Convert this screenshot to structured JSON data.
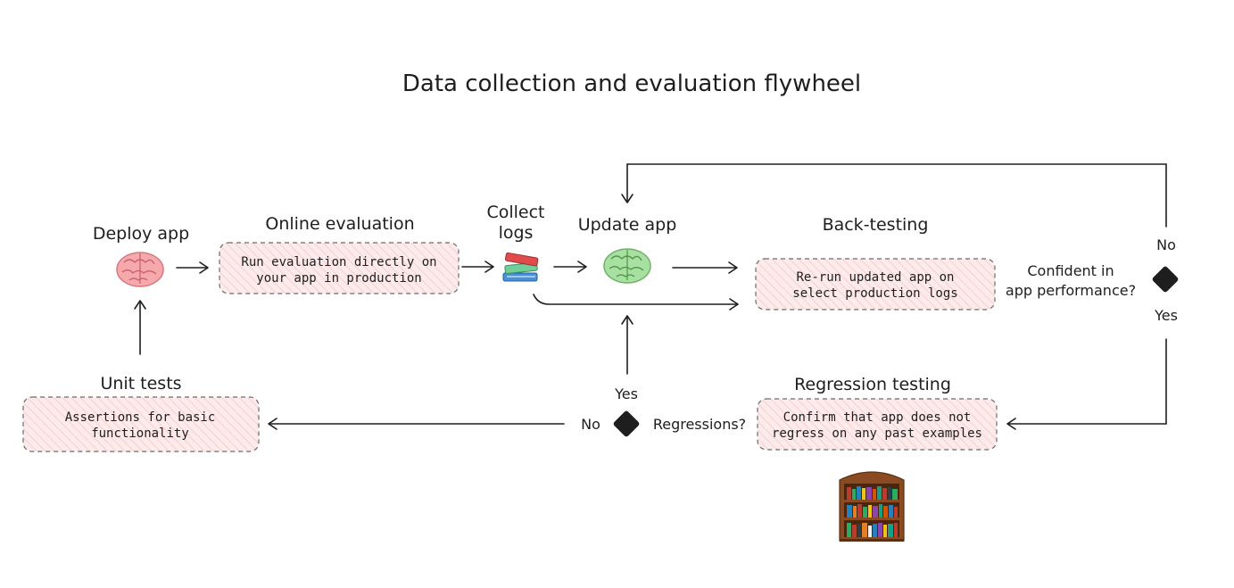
{
  "title": "Data collection and evaluation flywheel",
  "nodes": {
    "deploy": {
      "label": "Deploy app",
      "icon": "brain-pink-icon"
    },
    "online": {
      "label": "Online evaluation",
      "line1": "Run evaluation directly on",
      "line2": "your app in production"
    },
    "collect": {
      "label1": "Collect",
      "label2": "logs",
      "icon": "books-icon"
    },
    "update": {
      "label": "Update app",
      "icon": "brain-green-icon"
    },
    "backtest": {
      "label": "Back-testing",
      "line1": "Re-run updated app on",
      "line2": "select production logs"
    },
    "confident": {
      "line1": "Confident in",
      "line2": "app performance?",
      "no": "No",
      "yes": "Yes"
    },
    "regression": {
      "label": "Regression testing",
      "line1": "Confirm that app does not",
      "line2": "regress on any past examples",
      "icon": "bookshelf-icon"
    },
    "regressions": {
      "question": "Regressions?",
      "no": "No",
      "yes": "Yes"
    },
    "unit": {
      "label": "Unit tests",
      "line1": "Assertions for basic",
      "line2": "functionality"
    }
  },
  "colors": {
    "box_fill": "#fdeaea",
    "box_hatch": "#f6cfcf",
    "brain_pink": "#f5a9ad",
    "brain_green": "#a7e0a0",
    "diamond": "#1e1e1e"
  }
}
